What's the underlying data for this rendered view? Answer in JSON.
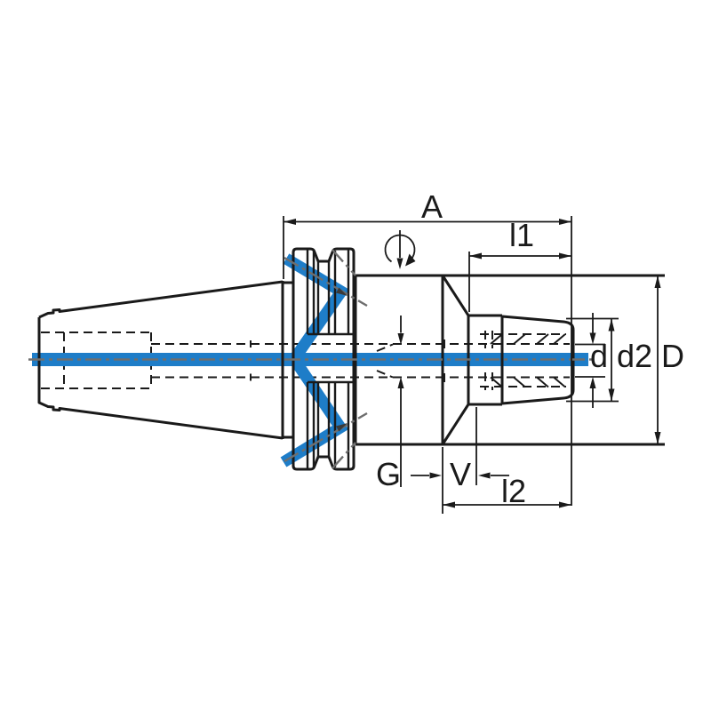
{
  "colors": {
    "background": "#ffffff",
    "line": "#1a1a1a",
    "accent": "#1e7dc8",
    "centerline": "#6e6e6e"
  },
  "dimension_labels": {
    "A": "A",
    "l1": "l1",
    "d": "d",
    "d2": "d2",
    "D": "D",
    "G": "G",
    "V": "V",
    "l2": "l2"
  },
  "icons": {
    "rotation_direction": "circle-with-down-arrow"
  }
}
